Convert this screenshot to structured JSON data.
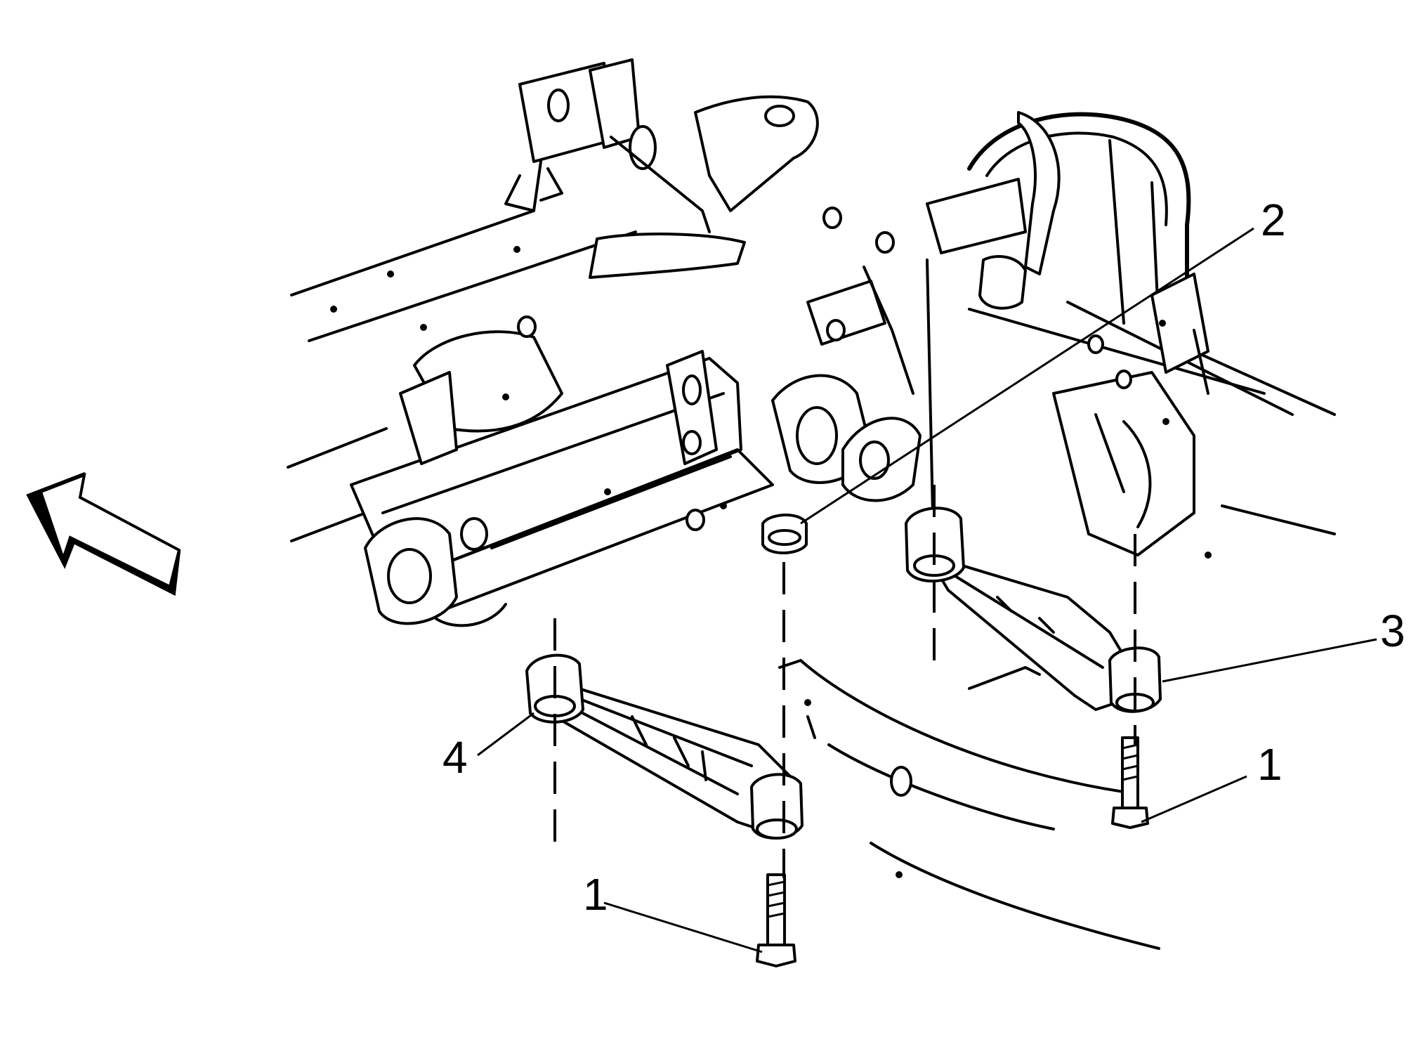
{
  "diagram": {
    "callouts": [
      {
        "id": "c1a",
        "label": "1",
        "target": "front-lower-arm-bolt"
      },
      {
        "id": "c1b",
        "label": "1",
        "target": "rear-lower-arm-bolt"
      },
      {
        "id": "c2",
        "label": "2",
        "target": "bushing-washer"
      },
      {
        "id": "c3",
        "label": "3",
        "target": "rear-lower-control-arm"
      },
      {
        "id": "c4",
        "label": "4",
        "target": "front-lower-control-arm"
      }
    ],
    "icons": {
      "direction_arrow": "front-direction-arrow-icon"
    }
  }
}
